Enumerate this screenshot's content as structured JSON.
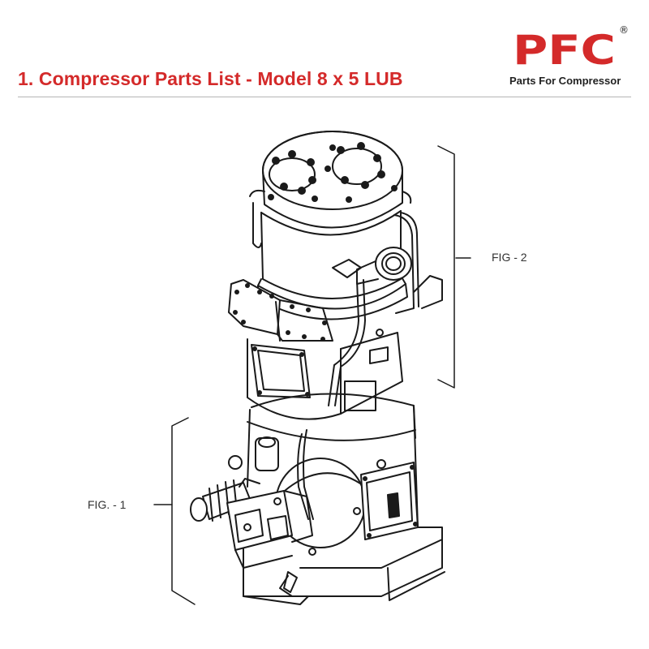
{
  "header": {
    "title": "1. Compressor Parts List - Model 8 x 5 LUB",
    "title_color": "#d42a2a"
  },
  "logo": {
    "mark": "PFC",
    "registered": "®",
    "tagline": "Parts For Compressor",
    "color": "#d42a2a"
  },
  "drawing": {
    "callouts": {
      "fig2": "FIG  - 2",
      "fig1": "FIG. - 1"
    }
  }
}
